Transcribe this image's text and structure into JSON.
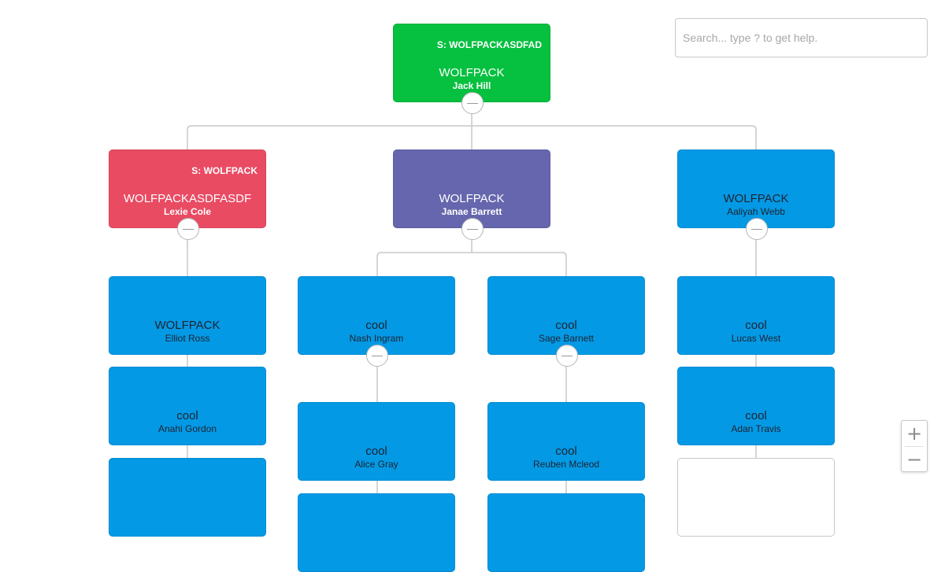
{
  "search": {
    "placeholder": "Search... type ? to get help."
  },
  "zoom": {
    "in_label": "+",
    "out_label": "−"
  },
  "colors": {
    "green": "#06c03f",
    "red": "#e94b63",
    "purple": "#6566ad",
    "blue": "#0499e5",
    "connector": "#c8c8c8"
  },
  "nodes": {
    "root": {
      "subtitle": "S: WOLFPACKASDFAD",
      "title": "WOLFPACK",
      "name": "Jack Hill"
    },
    "lexie": {
      "subtitle": "S: WOLFPACK",
      "title": "WOLFPACKASDFASDF",
      "name": "Lexie Cole"
    },
    "janae": {
      "title": "WOLFPACK",
      "name": "Janae Barrett"
    },
    "aaliyah": {
      "title": "WOLFPACK",
      "name": "Aaliyah Webb"
    },
    "elliot": {
      "title": "WOLFPACK",
      "name": "Elliot Ross"
    },
    "nash": {
      "title": "cool",
      "name": "Nash Ingram"
    },
    "sage": {
      "title": "cool",
      "name": "Sage Barnett"
    },
    "lucas": {
      "title": "cool",
      "name": "Lucas West"
    },
    "anahi": {
      "title": "cool",
      "name": "Anahi Gordon"
    },
    "alice": {
      "title": "cool",
      "name": "Alice Gray"
    },
    "reuben": {
      "title": "cool",
      "name": "Reuben Mcleod"
    },
    "adan": {
      "title": "cool",
      "name": "Adan Travis"
    }
  }
}
